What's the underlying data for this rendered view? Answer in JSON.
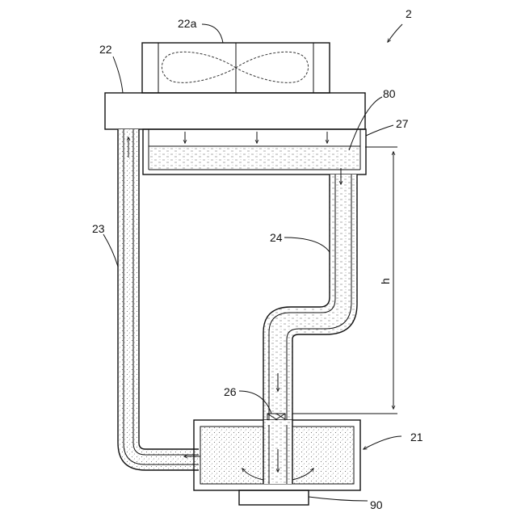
{
  "labels": {
    "figure": "2",
    "fan": "22a",
    "radiator": "22",
    "coolant": "80",
    "tank": "27",
    "supply_pipe": "23",
    "return_pipe": "24",
    "height": "h",
    "constriction": "26",
    "pump": "21",
    "heat_source": "90"
  }
}
